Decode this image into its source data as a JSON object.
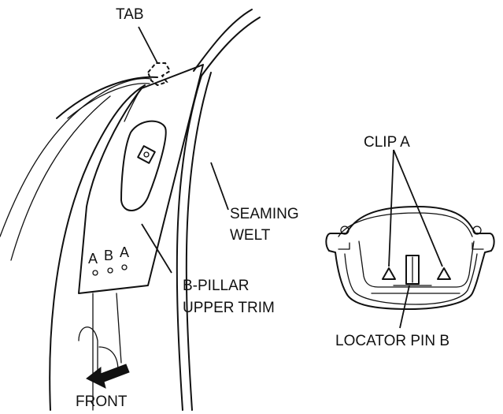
{
  "labels": {
    "tab": "TAB",
    "seaming_welt_line1": "SEAMING",
    "seaming_welt_line2": "WELT",
    "b_pillar_line1": "B-PILLAR",
    "b_pillar_line2": "UPPER TRIM",
    "clip_a": "CLIP A",
    "locator_pin_b": "LOCATOR PIN B",
    "front": "FRONT"
  },
  "clip_markers": [
    "A",
    "B",
    "A"
  ]
}
